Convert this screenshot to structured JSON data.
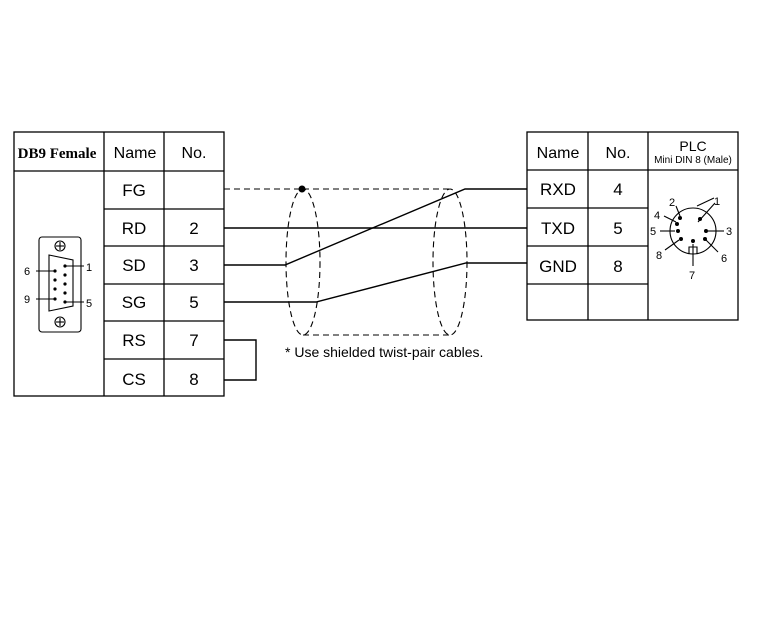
{
  "left_table": {
    "connector_title": "DB9 Female",
    "name_header": "Name",
    "no_header": "No.",
    "rows": [
      {
        "name": "FG",
        "no": ""
      },
      {
        "name": "RD",
        "no": "2"
      },
      {
        "name": "SD",
        "no": "3"
      },
      {
        "name": "SG",
        "no": "5"
      },
      {
        "name": "RS",
        "no": "7"
      },
      {
        "name": "CS",
        "no": "8"
      }
    ],
    "db9_pins": {
      "top_left": "6",
      "top_right": "1",
      "bottom_left": "9",
      "bottom_right": "5"
    }
  },
  "right_table": {
    "name_header": "Name",
    "no_header": "No.",
    "plc_title": "PLC",
    "plc_subtitle": "Mini DIN 8 (Male)",
    "rows": [
      {
        "name": "RXD",
        "no": "4"
      },
      {
        "name": "TXD",
        "no": "5"
      },
      {
        "name": "GND",
        "no": "8"
      },
      {
        "name": "",
        "no": ""
      }
    ],
    "din_pins": {
      "p2": "2",
      "p1": "1",
      "p4": "4",
      "p5": "5",
      "p3": "3",
      "p8": "8",
      "p6": "6",
      "p7": "7"
    }
  },
  "note": "* Use shielded twist-pair cables.",
  "colors": {
    "line": "#000000",
    "background": "#ffffff"
  }
}
